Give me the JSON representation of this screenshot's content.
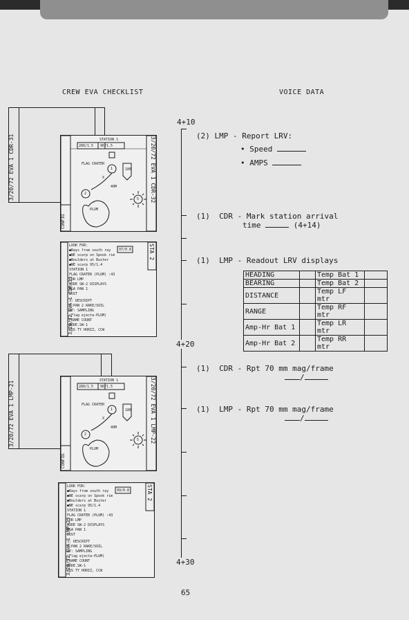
{
  "header": {
    "left": "CREW EVA CHECKLIST",
    "right": "VOICE DATA"
  },
  "timeline": {
    "start": "4+10",
    "mid": "4+20",
    "end": "4+30"
  },
  "steps": [
    {
      "num": "(2)",
      "text": "LMP - Report LRV:",
      "items": [
        "• Speed",
        "• AMPS"
      ]
    },
    {
      "num": "(1)",
      "text": "CDR - Mark station arrival",
      "line2_prefix": "time",
      "line2_suffix": "(4+14)"
    },
    {
      "num": "(1)",
      "text": "LMP - Readout LRV displays"
    },
    {
      "num": "(1)",
      "text": "CDR - Rpt 70 mm mag/frame"
    },
    {
      "num": "(1)",
      "text": "LMP - Rpt 70 mm mag/frame"
    }
  ],
  "lrv_table": {
    "left": [
      "HEADING",
      "BEARING",
      "DISTANCE",
      "RANGE",
      "Amp-Hr Bat 1",
      "Amp-Hr Bat 2"
    ],
    "right": [
      "Temp Bat 1",
      "Temp Bat 2",
      "Temp LF mtr",
      "Temp RF mtr",
      "Temp LR mtr",
      "Temp RR mtr"
    ]
  },
  "cards": {
    "set1_tab": "3/20/72  EVA 1  CDR-31",
    "set1_map_tab": "3/20/72  EVA 1  CDR-32",
    "set1_ref_tab": "3/20/72  EVA 1  CDR-33",
    "set2_tab": "3/20/72  EVA 1  LMP-21",
    "set2_map_tab": "3/20/72  EVA 1  LMP-22",
    "set2_ref_tab": "3/20/72  EVA 1  LMP-23",
    "sta_label": "STA 2",
    "config": "CONFIG",
    "map": {
      "station": "STATION 1",
      "bearing": "280/1.5",
      "range1": "96/1.5",
      "flag": "FLAG CRATER",
      "n180": "180",
      "n40m": "40M",
      "plum": "PLUM",
      "c1": "1",
      "c2": "2",
      "c5": "5",
      "x": "X"
    },
    "ref1": {
      "look_for": "LOOK FOR:",
      "box": "97/0.8",
      "lines": [
        "●Rays from south ray",
        "●NE scarp on Spook rim",
        "●Boulders at Buster",
        "●NE scarp   95/1.4",
        "STATION 1",
        "     FLAG CRATER (PLUM) :43",
        "CDR              LMP",
        "MODE SW-2        DISPLAYS",
        "HGA              PAN 1",
        "DUST",
        "3:            DESCRIPT",
        "8:PAN 2       RAKE/SOIL",
        "27:           SAMPLING",
        "      (Flag ejecta-PLUM)",
        "             FRAME COUNT",
        "MODE.SW-1",
        "POS TY HORIZ, CCW"
      ]
    },
    "ref2": {
      "look_for": "LOOK FOR:",
      "box": "99/0.8",
      "lines": [
        "●Rays from south ray",
        "●NE scarp on Spook rim",
        "●Boulders at Buster",
        "●NE scarp   95/1.4",
        "STATION 1",
        "     FLAG CRATER (PLUM) :43",
        "CDR              LMP",
        "MODE SW-2        DISPLAYS",
        "HGA              PAN 1",
        "DUST",
        "3:            DESCRIPT",
        "8:PAN 2       RAKE/SOIL",
        "27:           SAMPLING",
        "      (Flag ejecta-PLUM)",
        "             FRAME COUNT",
        "MODE.SW-1",
        "POS TY HORIZ, CCW"
      ]
    }
  },
  "page_number": "65"
}
